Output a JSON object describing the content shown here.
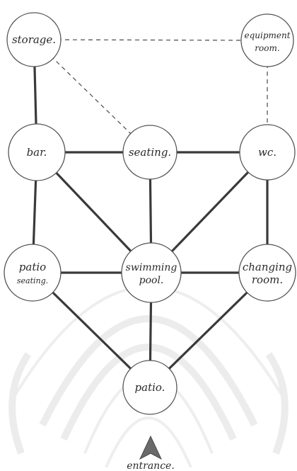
{
  "nodes": {
    "storage": {
      "line1": "storage.",
      "line2": ""
    },
    "equipment_room": {
      "line1": "equipment",
      "line2": "room."
    },
    "bar": {
      "line1": "bar.",
      "line2": ""
    },
    "seating": {
      "line1": "seating.",
      "line2": ""
    },
    "wc": {
      "line1": "wc.",
      "line2": ""
    },
    "patio_seating": {
      "line1": "patio",
      "line2": "seating."
    },
    "swimming_pool": {
      "line1": "swimming",
      "line2": "pool."
    },
    "changing_room": {
      "line1": "changing",
      "line2": "room."
    },
    "patio": {
      "line1": "patio.",
      "line2": ""
    }
  },
  "entrance": {
    "label": "entrance."
  },
  "edges": {
    "solid": [
      [
        "storage",
        "bar"
      ],
      [
        "bar",
        "seating"
      ],
      [
        "seating",
        "wc"
      ],
      [
        "wc",
        "changing_room"
      ],
      [
        "bar",
        "patio_seating"
      ],
      [
        "bar",
        "swimming_pool"
      ],
      [
        "seating",
        "swimming_pool"
      ],
      [
        "wc",
        "swimming_pool"
      ],
      [
        "patio_seating",
        "swimming_pool"
      ],
      [
        "swimming_pool",
        "changing_room"
      ],
      [
        "patio_seating",
        "patio"
      ],
      [
        "swimming_pool",
        "patio"
      ],
      [
        "changing_room",
        "patio"
      ]
    ],
    "dashed": [
      [
        "storage",
        "equipment_room"
      ],
      [
        "storage",
        "seating"
      ],
      [
        "equipment_room",
        "wc"
      ]
    ]
  },
  "colors": {
    "line": "#3a3a3a",
    "text": "#2a2a2a",
    "watermark": "#ececec"
  },
  "icons": {
    "entrance_marker": "arrow-up-icon"
  }
}
